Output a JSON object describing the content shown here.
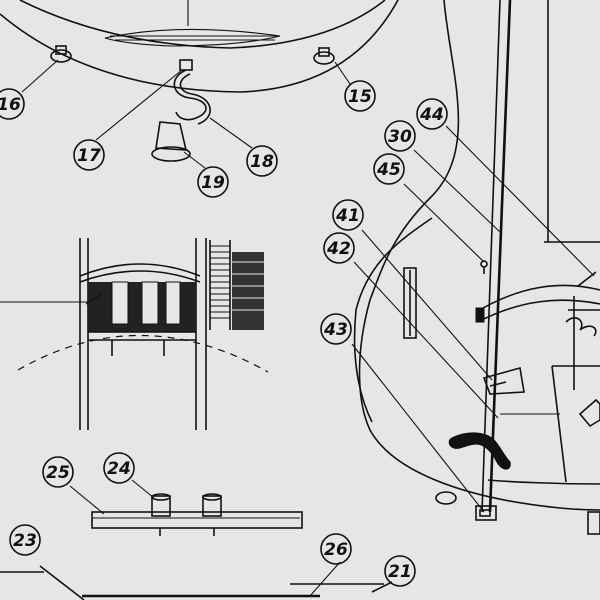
{
  "callouts": [
    {
      "id": "c16",
      "label": "16"
    },
    {
      "id": "c15",
      "label": "15"
    },
    {
      "id": "c17",
      "label": "17"
    },
    {
      "id": "c18",
      "label": "18"
    },
    {
      "id": "c19",
      "label": "19"
    },
    {
      "id": "c44",
      "label": "44"
    },
    {
      "id": "c30",
      "label": "30"
    },
    {
      "id": "c45",
      "label": "45"
    },
    {
      "id": "c41",
      "label": "41"
    },
    {
      "id": "c42",
      "label": "42"
    },
    {
      "id": "c43",
      "label": "43"
    },
    {
      "id": "c25",
      "label": "25"
    },
    {
      "id": "c24",
      "label": "24"
    },
    {
      "id": "c23",
      "label": "23"
    },
    {
      "id": "c26",
      "label": "26"
    },
    {
      "id": "c21",
      "label": "21"
    }
  ]
}
